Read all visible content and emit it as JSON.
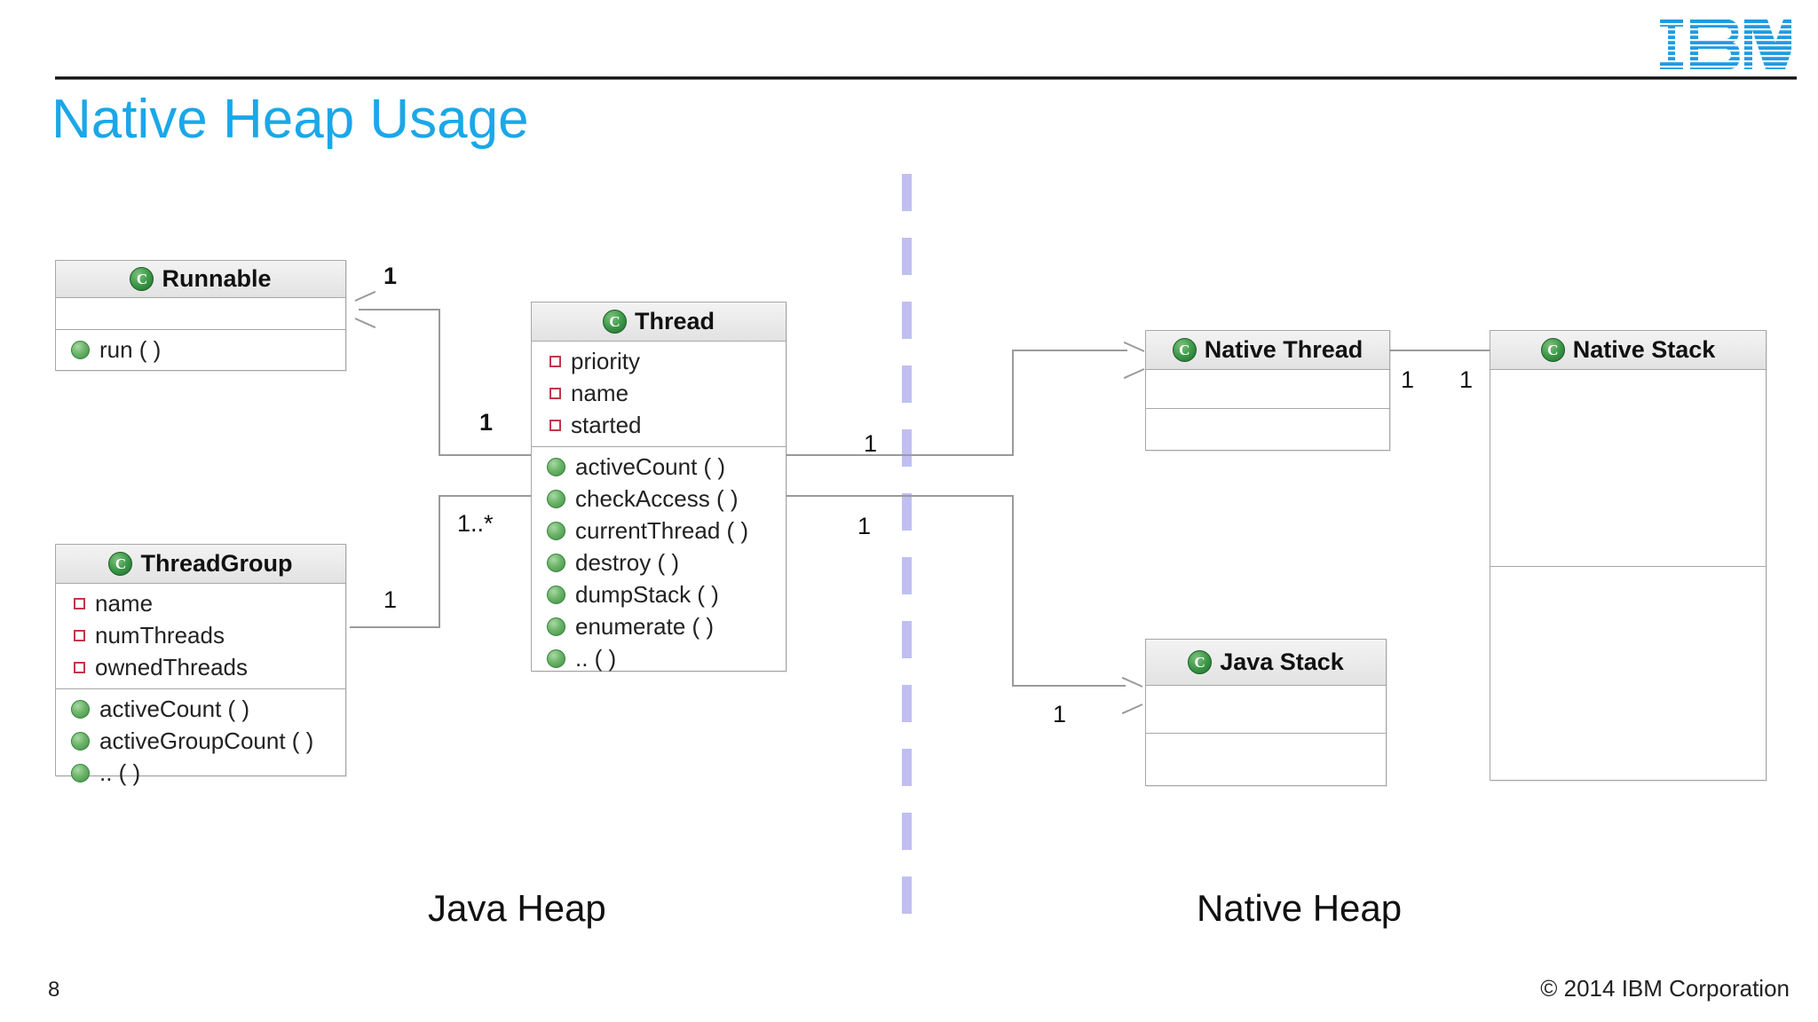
{
  "header": {
    "title": "Native Heap Usage",
    "title_color": "#1ba7e8",
    "logo_alt": "IBM"
  },
  "diagram": {
    "divider_color": "#bfbff2",
    "classes": [
      {
        "id": "runnable",
        "name": "Runnable",
        "icon": "class-icon",
        "icon_letter": "C",
        "fields": [],
        "methods": [
          "run ( )"
        ]
      },
      {
        "id": "thread",
        "name": "Thread",
        "icon": "class-icon",
        "icon_letter": "C",
        "fields": [
          "priority",
          "name",
          "started"
        ],
        "methods": [
          "activeCount ( )",
          "checkAccess ( )",
          "currentThread ( )",
          "destroy ( )",
          "dumpStack ( )",
          "enumerate ( )",
          ".. ( )"
        ]
      },
      {
        "id": "threadgroup",
        "name": "ThreadGroup",
        "icon": "class-icon",
        "icon_letter": "C",
        "fields": [
          "name",
          "numThreads",
          "ownedThreads"
        ],
        "methods": [
          "activeCount ( )",
          "activeGroupCount ( )",
          ".. ( )"
        ]
      },
      {
        "id": "native-thread",
        "name": "Native Thread",
        "icon": "class-icon",
        "icon_letter": "C",
        "fields": [],
        "methods": []
      },
      {
        "id": "native-stack",
        "name": "Native Stack",
        "icon": "class-icon",
        "icon_letter": "C",
        "fields": [],
        "methods": []
      },
      {
        "id": "java-stack",
        "name": "Java Stack",
        "icon": "class-icon",
        "icon_letter": "C",
        "fields": [],
        "methods": []
      }
    ],
    "multiplicities": {
      "runnable_thread_top": "1",
      "runnable_thread_mid": "1",
      "threadgroup_thread_star": "1..*",
      "threadgroup_thread_one": "1",
      "thread_native_thread": "1",
      "native_thread_out": "1",
      "native_stack_in": "1",
      "thread_java_stack_left": "1",
      "thread_java_stack_right": "1"
    },
    "region_labels": {
      "left": "Java Heap",
      "right": "Native Heap"
    }
  },
  "footer": {
    "page_number": "8",
    "copyright": "© 2014 IBM Corporation"
  }
}
